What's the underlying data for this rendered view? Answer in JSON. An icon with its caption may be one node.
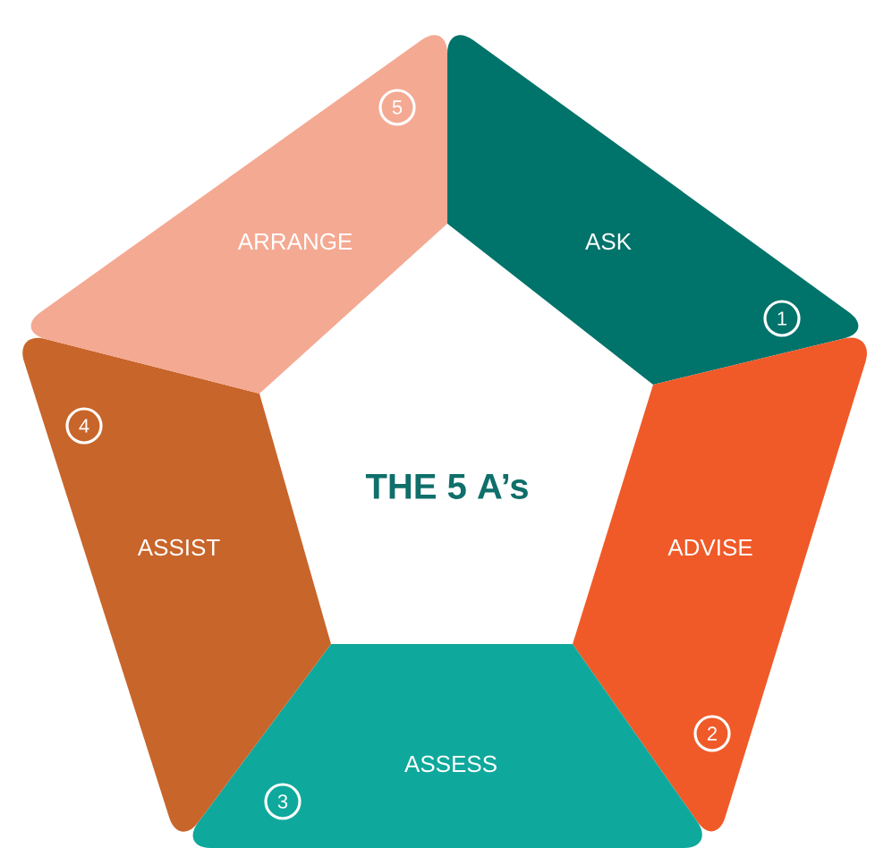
{
  "diagram": {
    "title": "THE 5 A’s",
    "nodes": [
      {
        "text": [
          "ASK"
        ]
      },
      {
        "text": [
          "1"
        ],
        "in": 0
      },
      {
        "text": [
          "ADVISE"
        ]
      },
      {
        "text": [
          "2"
        ],
        "in": 2
      },
      {
        "text": [
          "ASSESS"
        ]
      },
      {
        "text": [
          "3"
        ],
        "in": 4
      },
      {
        "text": [
          "ASSIST"
        ]
      },
      {
        "text": [
          "4"
        ],
        "in": 6
      },
      {
        "text": [
          "ARRANGE"
        ]
      },
      {
        "text": [
          "5"
        ],
        "in": 8
      }
    ]
  }
}
